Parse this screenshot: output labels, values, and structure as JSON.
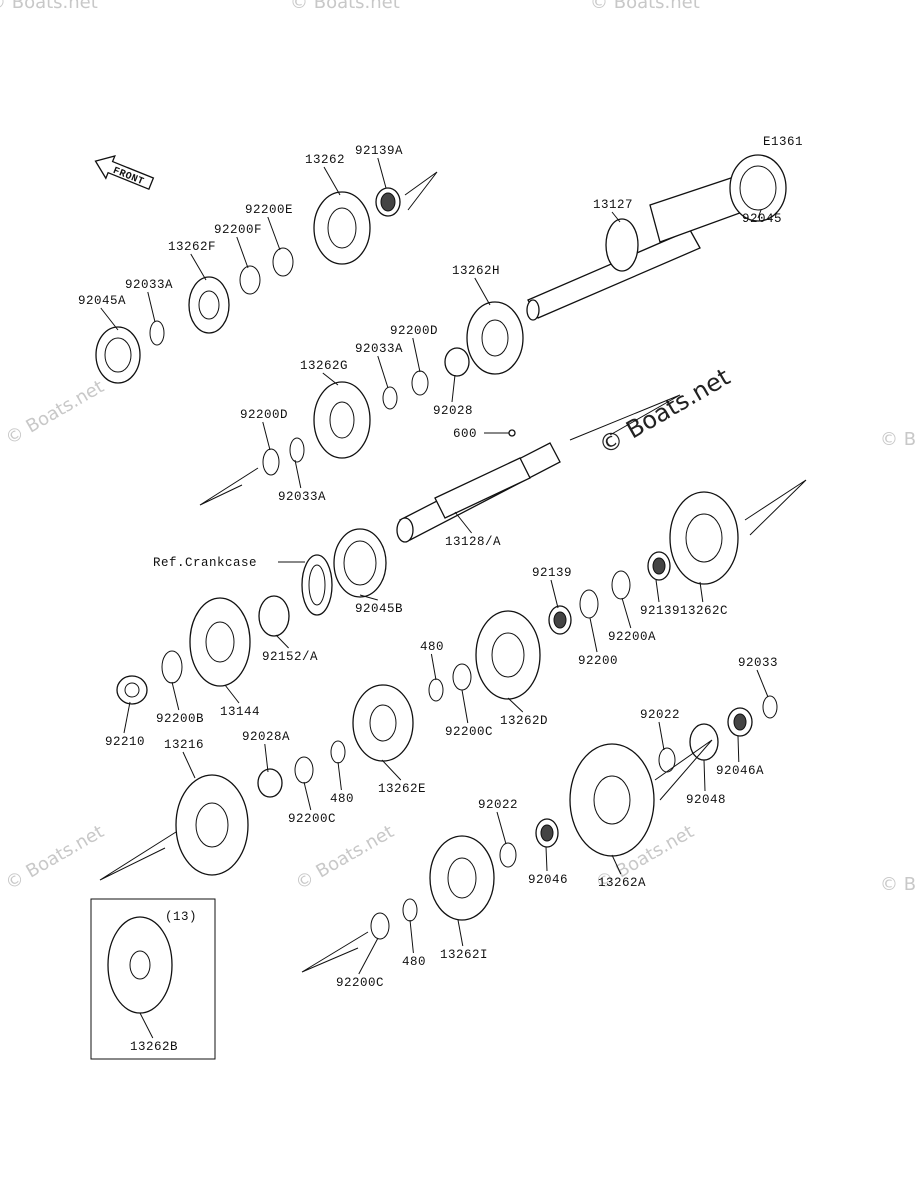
{
  "diagram": {
    "code": "E1361",
    "front_arrow_label": "FRONT",
    "ref_note": "Ref.Crankcase",
    "model_note": "(13)",
    "watermark": "© Boats.net",
    "parts": [
      {
        "id": "p1",
        "label": "92045A"
      },
      {
        "id": "p2",
        "label": "92033A"
      },
      {
        "id": "p3",
        "label": "13262F"
      },
      {
        "id": "p4",
        "label": "92200F"
      },
      {
        "id": "p5",
        "label": "92200E"
      },
      {
        "id": "p6",
        "label": "13262"
      },
      {
        "id": "p7",
        "label": "92139A"
      },
      {
        "id": "p8",
        "label": "13127"
      },
      {
        "id": "p9",
        "label": "92045"
      },
      {
        "id": "p10",
        "label": "13262H"
      },
      {
        "id": "p11",
        "label": "92200D"
      },
      {
        "id": "p12",
        "label": "92033A"
      },
      {
        "id": "p13",
        "label": "13262G"
      },
      {
        "id": "p14",
        "label": "92028"
      },
      {
        "id": "p15",
        "label": "92200D"
      },
      {
        "id": "p16",
        "label": "92033A"
      },
      {
        "id": "p17",
        "label": "600"
      },
      {
        "id": "p18",
        "label": "13128/A"
      },
      {
        "id": "p19",
        "label": "92045B"
      },
      {
        "id": "p20",
        "label": "92152/A"
      },
      {
        "id": "p21",
        "label": "13144"
      },
      {
        "id": "p22",
        "label": "92200B"
      },
      {
        "id": "p23",
        "label": "92210"
      },
      {
        "id": "p24",
        "label": "92139"
      },
      {
        "id": "p25",
        "label": "92200"
      },
      {
        "id": "p26",
        "label": "92200A"
      },
      {
        "id": "p27",
        "label": "92139"
      },
      {
        "id": "p28",
        "label": "13262C"
      },
      {
        "id": "p29",
        "label": "480"
      },
      {
        "id": "p30",
        "label": "92200C"
      },
      {
        "id": "p31",
        "label": "13262D"
      },
      {
        "id": "p32",
        "label": "13216"
      },
      {
        "id": "p33",
        "label": "92028A"
      },
      {
        "id": "p34",
        "label": "92200C"
      },
      {
        "id": "p35",
        "label": "480"
      },
      {
        "id": "p36",
        "label": "13262E"
      },
      {
        "id": "p37",
        "label": "92033"
      },
      {
        "id": "p38",
        "label": "92022"
      },
      {
        "id": "p39",
        "label": "92046A"
      },
      {
        "id": "p40",
        "label": "92048"
      },
      {
        "id": "p41",
        "label": "92022"
      },
      {
        "id": "p42",
        "label": "92046"
      },
      {
        "id": "p43",
        "label": "13262A"
      },
      {
        "id": "p44",
        "label": "13262I"
      },
      {
        "id": "p45",
        "label": "480"
      },
      {
        "id": "p46",
        "label": "92200C"
      },
      {
        "id": "p47",
        "label": "13262B"
      }
    ]
  }
}
